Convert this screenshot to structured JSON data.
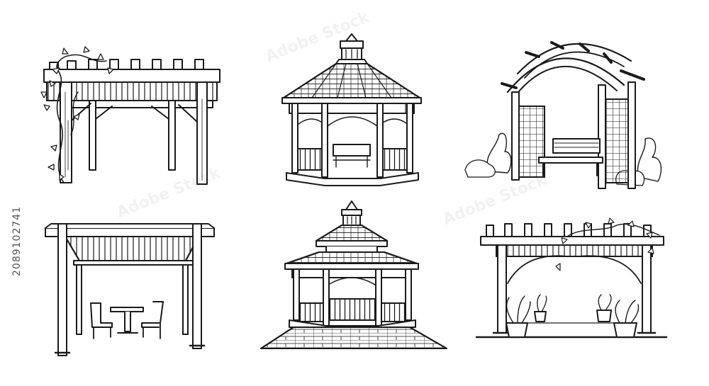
{
  "stock_id": "2089102741",
  "watermark": "Adobe Stock",
  "colors": {
    "ink": "#1a1a1a",
    "paper": "#ffffff",
    "stock_id": "#555555"
  },
  "illustrations": [
    {
      "name": "pergola-with-vines",
      "kind": "pergola",
      "icon": "pergola-vines-icon"
    },
    {
      "name": "octagonal-gazebo",
      "kind": "gazebo",
      "icon": "gazebo-icon"
    },
    {
      "name": "arched-arbor-with-bench",
      "kind": "arbor",
      "icon": "arbor-bench-icon"
    },
    {
      "name": "louvered-pergola-with-bistro-set",
      "kind": "pergola",
      "icon": "louvered-pergola-icon"
    },
    {
      "name": "gazebo-on-stone-patio",
      "kind": "gazebo",
      "icon": "gazebo-patio-icon"
    },
    {
      "name": "pergola-with-potted-plants",
      "kind": "pergola",
      "icon": "pergola-planters-icon"
    }
  ]
}
